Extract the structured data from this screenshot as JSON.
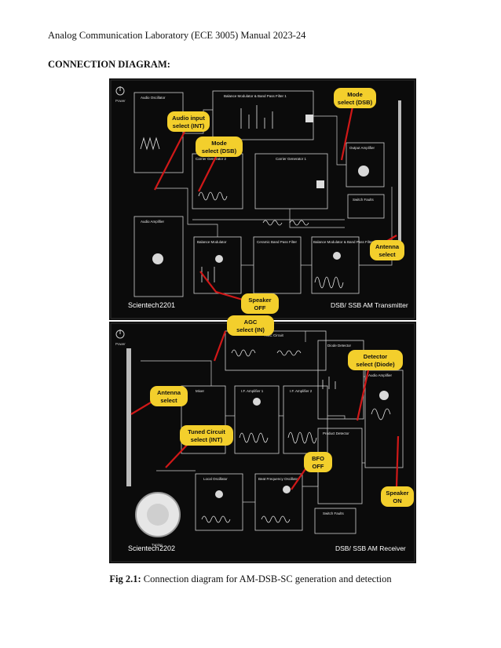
{
  "header": {
    "running_title": "Analog Communication Laboratory (ECE 3005) Manual 2023-24"
  },
  "section": {
    "heading": "CONNECTION DIAGRAM:"
  },
  "figure": {
    "caption_label": "Fig 2.1:",
    "caption_text": " Connection diagram for AM-DSB-SC generation and detection",
    "transmitter": {
      "model": "2201",
      "brand": "Scientech",
      "title": "DSB/ SSB AM Transmitter",
      "power": "Power",
      "blocks": {
        "audio_oscillator": "Audio Oscillator",
        "balance_modulator_1": "Balance Modulator & Band Pass Filter 1",
        "carrier_generator_2": "Carrier Generator 2",
        "carrier_generator_1": "Carrier Generator 1",
        "output_amplifier": "Output Amplifier",
        "switch_faults": "Switch Faults",
        "audio_amplifier": "Audio Amplifier",
        "balance_modulator": "Balance Modulator",
        "ceramic_filter": "Ceramic Band Pass Filter",
        "balance_modulator_2": "Balance Modulator & Band Pass Filter 2"
      }
    },
    "receiver": {
      "model": "2202",
      "brand": "Scientech",
      "title": "DSB/ SSB AM Receiver",
      "power": "Power",
      "blocks": {
        "agc_circuit": "AGC Circuit",
        "diode_detector": "Diode Detector",
        "mixer": "Mixer",
        "if_amp_1": "I.F. Amplifier 1",
        "if_amp_2": "I.F. Amplifier 2",
        "audio_amplifier": "Audio Amplifier",
        "product_detector": "Product Detector",
        "local_oscillator": "Local Oscillator",
        "bfo": "Beat Frequency Oscillator",
        "switch_faults": "Switch Faults",
        "tuning": "Tuning"
      }
    },
    "callouts": {
      "audio_input": [
        "Audio input",
        "select (INT)"
      ],
      "mode_dsb_top": [
        "Mode",
        "select (DSB)"
      ],
      "mode_dsb_mid": [
        "Mode",
        "select (DSB)"
      ],
      "antenna_tx": [
        "Antenna",
        "select"
      ],
      "speaker_off": [
        "Speaker",
        "OFF"
      ],
      "agc": [
        "AGC",
        "select (IN)"
      ],
      "detector": [
        "Detector",
        "select (Diode)"
      ],
      "antenna_rx": [
        "Antenna",
        "select"
      ],
      "tuned_circuit": [
        "Tuned Circuit",
        "select (INT)"
      ],
      "bfo_off": [
        "BFO",
        "OFF"
      ],
      "speaker_on": [
        "Speaker",
        "ON"
      ]
    },
    "colors": {
      "panel": "#0b0b0b",
      "line": "#d8d8d8",
      "callout": "#f3cf2c",
      "arrow": "#d01818"
    }
  }
}
